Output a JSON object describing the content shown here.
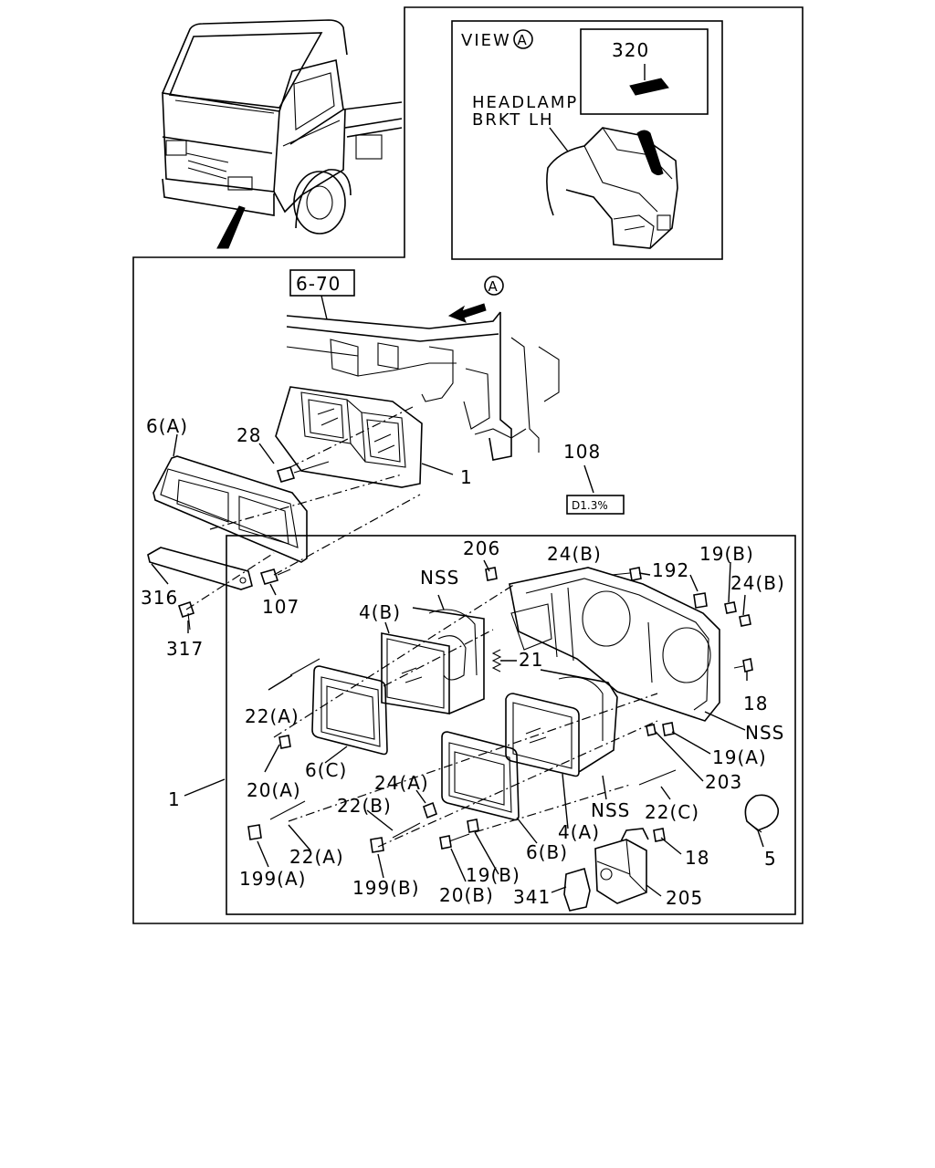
{
  "view_box": {
    "view_label": "VIEW",
    "view_letter": "A",
    "part_320": "320",
    "bracket_line1": "HEADLAMP",
    "bracket_line2": "BRKT LH"
  },
  "main": {
    "ref_box": "6-70",
    "view_marker": "A",
    "sticker_text": "D1.3%"
  },
  "labels": {
    "p6A": "6(A)",
    "p28": "28",
    "p1_upper": "1",
    "p108": "108",
    "p316": "316",
    "p107": "107",
    "p317": "317",
    "p206": "206",
    "p24B_a": "24(B)",
    "p192": "192",
    "p19B_a": "19(B)",
    "p24B_b": "24(B)",
    "pNSS_a": "NSS",
    "p4B": "4(B)",
    "p21": "21",
    "p18_a": "18",
    "pNSS_b": "NSS",
    "p22A_a": "22(A)",
    "p19A": "19(A)",
    "p203": "203",
    "p6C": "6(C)",
    "p20A": "20(A)",
    "p1_lower": "1",
    "p24A": "24(A)",
    "p22B": "22(B)",
    "pNSS_c": "NSS",
    "p22C": "22(C)",
    "p4A": "4(A)",
    "p22A_b": "22(A)",
    "p6B": "6(B)",
    "p18_b": "18",
    "p5": "5",
    "p199A": "199(A)",
    "p199B": "199(B)",
    "p20B": "20(B)",
    "p19B_b": "19(B)",
    "p341": "341",
    "p205": "205"
  }
}
